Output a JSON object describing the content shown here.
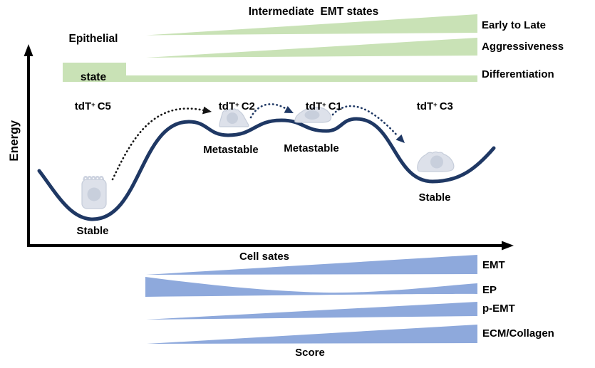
{
  "title_area": {
    "epithelial_line1": "Epithelial",
    "epithelial_line2": "state",
    "intermediate": "Intermediate  EMT states"
  },
  "gradient_bars": {
    "items": [
      {
        "label": "Early to Late"
      },
      {
        "label": "Aggressiveness"
      },
      {
        "label": "Differentiation"
      }
    ]
  },
  "clusters": {
    "c5": {
      "pre": "tdT",
      "sup": "+",
      "post": "C5"
    },
    "c2": {
      "pre": "tdT",
      "sup": "+",
      "post": "C2"
    },
    "c1": {
      "pre": "tdT",
      "sup": "+",
      "post": "C1"
    },
    "c3": {
      "pre": "tdT",
      "sup": "+",
      "post": "C3"
    }
  },
  "axes": {
    "y_label": "Energy",
    "x_label": "Cell sates"
  },
  "landscape": {
    "stable_left": "Stable",
    "metastable_1": "Metastable",
    "metastable_2": "Metastable",
    "stable_right": "Stable"
  },
  "score_bands": {
    "items": [
      {
        "label": "EMT"
      },
      {
        "label": "EP"
      },
      {
        "label": "p-EMT"
      },
      {
        "label": "ECM/Collagen"
      }
    ],
    "axis_label": "Score"
  },
  "colors": {
    "green": "#c9e2b6",
    "blue": "#8ea9dc",
    "navy": "#1f3864",
    "arrow_black": "#141414",
    "cell_body": "#dde1ea",
    "cell_nucleus": "#c8cfdc",
    "text": "#000000"
  }
}
